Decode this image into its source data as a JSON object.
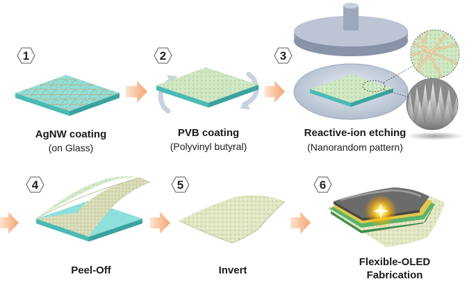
{
  "colors": {
    "arrow": "#f6b98f",
    "glass_top": "#8ee0dc",
    "glass_side": "#4cb9b5",
    "film": "#e3e6c4",
    "wire": "#c9a06a",
    "rotation_arrow": "#c8d3de",
    "machine": "#aeb8cb",
    "oled_light": "#ffd21a"
  },
  "steps": [
    {
      "number": "1",
      "title": "AgNW coating",
      "subtitle": "(on Glass)"
    },
    {
      "number": "2",
      "title": "PVB coating",
      "subtitle": "(Polyvinyl butyral)"
    },
    {
      "number": "3",
      "title": "Reactive-ion etching",
      "subtitle": "(Nanorandom pattern)"
    },
    {
      "number": "4",
      "title": "Peel-Off",
      "subtitle": ""
    },
    {
      "number": "5",
      "title": "Invert",
      "subtitle": ""
    },
    {
      "number": "6",
      "title": "Flexible-OLED",
      "subtitle": "Fabrication"
    }
  ]
}
